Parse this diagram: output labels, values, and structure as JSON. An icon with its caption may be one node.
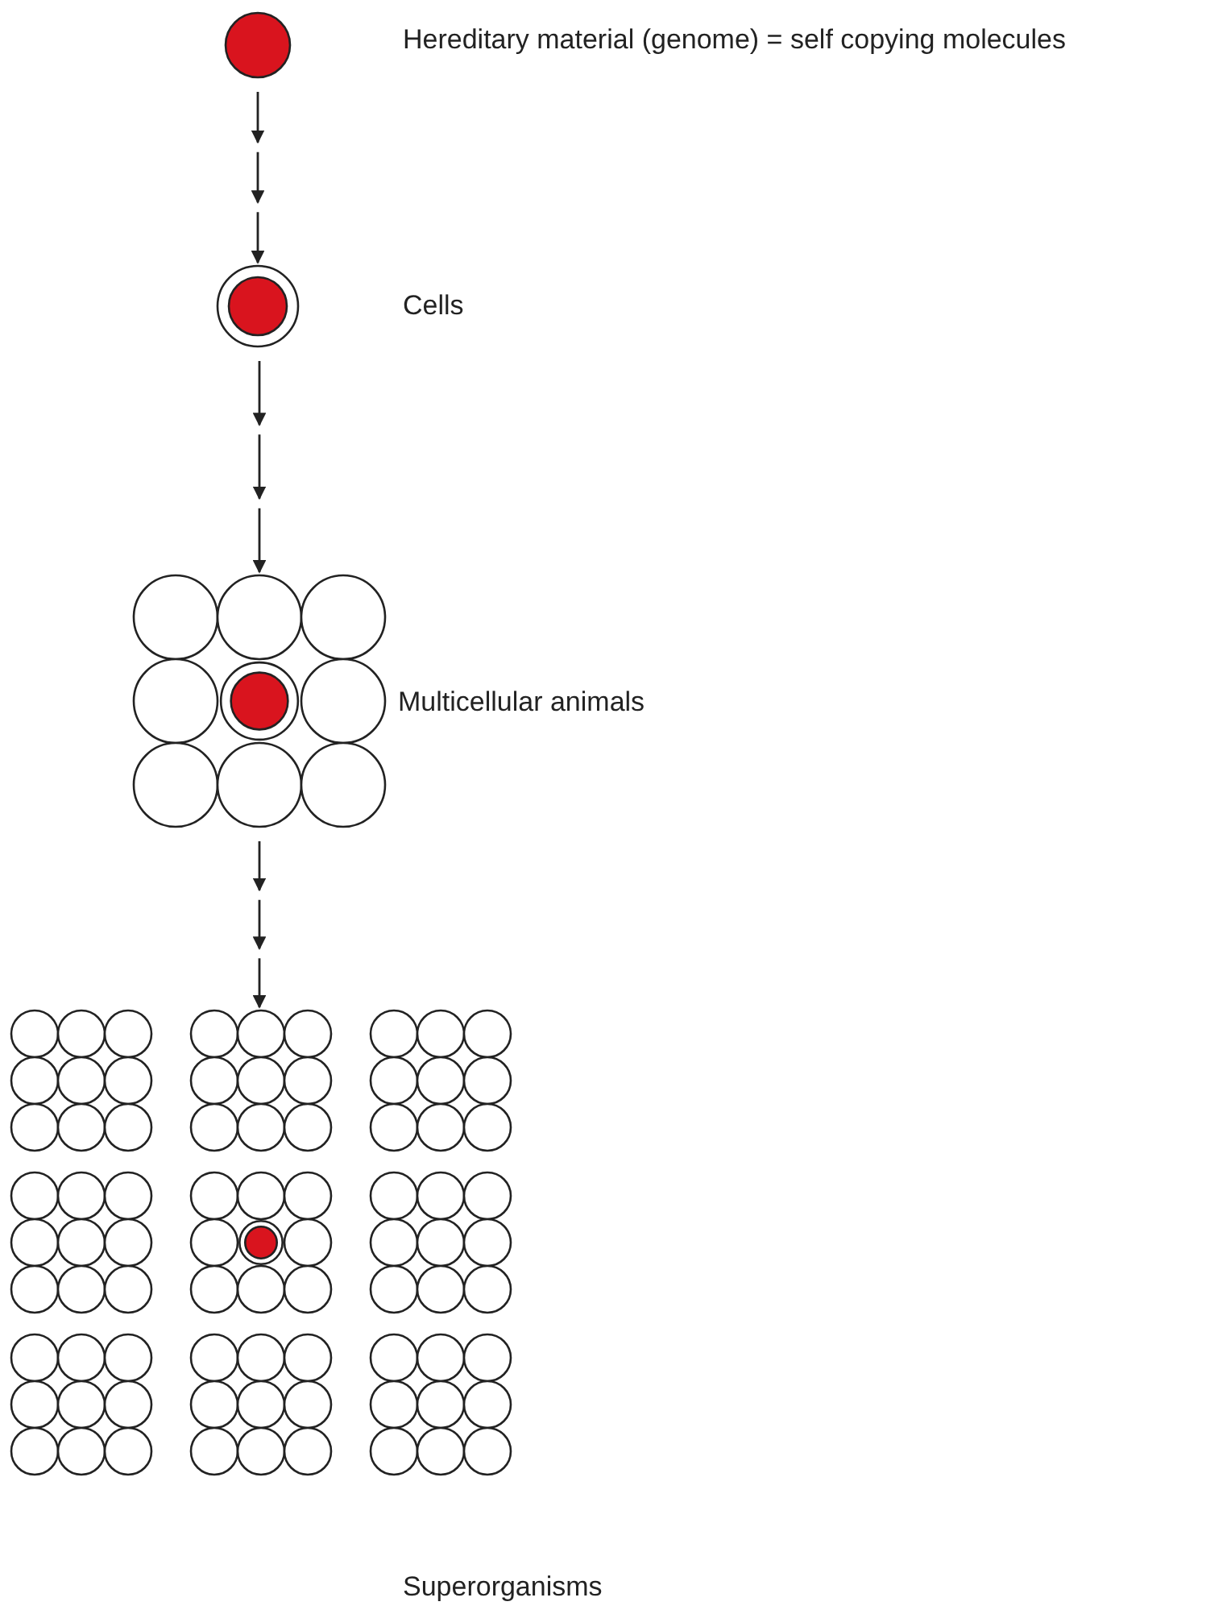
{
  "diagram": {
    "nodes": [
      {
        "text": [],
        "shape": "circle"
      },
      {
        "text": [],
        "shape": "circle",
        "beside": [
          "Cells"
        ]
      },
      {
        "text": [],
        "shape": "cluster",
        "beside": [
          "Multicellular animals"
        ]
      },
      {
        "text": [],
        "shape": "cluster",
        "beside": [
          "Superorganisms"
        ]
      }
    ],
    "edges": [
      {
        "from": 0,
        "to": 1,
        "arrow": "to",
        "style": "dashed"
      },
      {
        "from": 1,
        "to": 2,
        "arrow": "to",
        "style": "dashed"
      },
      {
        "from": 2,
        "to": 3,
        "arrow": "to",
        "style": "dashed"
      }
    ],
    "labels": [
      "Hereditary material (genome) = self copying molecules"
    ]
  }
}
